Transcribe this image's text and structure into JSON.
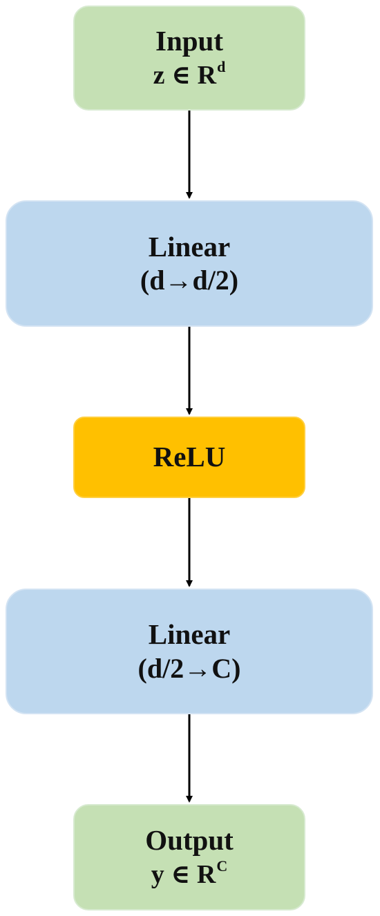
{
  "nodes": {
    "input": {
      "title": "Input",
      "expr": "z ∈ R",
      "sup": "d"
    },
    "linear1": {
      "title": "Linear",
      "expr": "(d→d/2)"
    },
    "relu": {
      "title": "ReLU"
    },
    "linear2": {
      "title": "Linear",
      "expr": "(d/2→C)"
    },
    "output": {
      "title": "Output",
      "expr": "y ∈ R",
      "sup": "C"
    }
  },
  "colors": {
    "io": "#c5e0b4",
    "linear": "#bdd7ee",
    "activation": "#ffc000",
    "arrow": "#000000"
  }
}
